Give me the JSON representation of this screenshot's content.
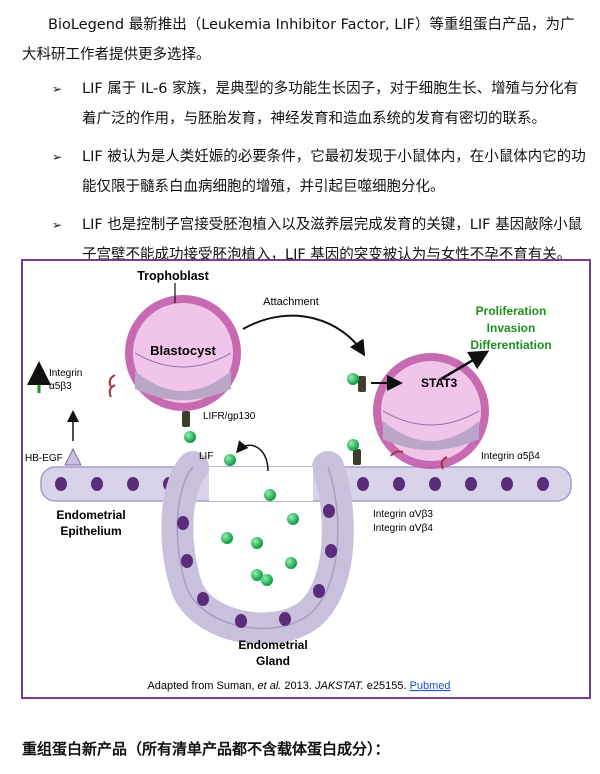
{
  "intro": "BioLegend 最新推出（Leukemia Inhibitor Factor, LIF）等重组蛋白产品，为广大科研工作者提供更多选择。",
  "bullets": [
    "LIF 属于 IL-6 家族，是典型的多功能生长因子，对于细胞生长、增殖与分化有着广泛的作用，与胚胎发育，神经发育和造血系统的发育有密切的联系。",
    "LIF 被认为是人类妊娠的必要条件，它最初发现于小鼠体内，在小鼠体内它的功能仅限于髓系白血病细胞的增殖，并引起巨噬细胞分化。",
    "LIF 也是控制子宫接受胚泡植入以及滋养层完成发育的关键，LIF 基因敲除小鼠子宫壁不能成功接受胚泡植入，LIF 基因的突变被认为与女性不孕不育有关。"
  ],
  "figure": {
    "trophoblast": "Trophoblast",
    "attachment": "Attachment",
    "blastocyst": "Blastocyst",
    "stat3": "STAT3",
    "outcomes": [
      "Proliferation",
      "Invasion",
      "Differentiation"
    ],
    "integrin_a5b3": "Integrin α5β3",
    "integrin_a5b3_line1": "Integrin",
    "integrin_a5b3_line2": "α5β3",
    "lifr": "LIFR/gp130",
    "lif": "LIF",
    "hb_egf": "HB-EGF",
    "integrin_a5b4": "Integrin α5β4",
    "integrin_avb3": "Integrin αVβ3",
    "integrin_avb4": "Integrin αVβ4",
    "endo_epi_1": "Endometrial",
    "endo_epi_2": "Epithelium",
    "endo_gland_1": "Endometrial",
    "endo_gland_2": "Gland",
    "caption_prefix": "Adapted from Suman, ",
    "caption_etal": "et al.",
    "caption_mid": " 2013. ",
    "caption_journal": "JAKSTAT.",
    "caption_id": " e25155. ",
    "caption_link": "Pubmed",
    "colors": {
      "border": "#7a3d8c",
      "green_text": "#1e8f1e",
      "cell": "#c9c0dc",
      "nucleus": "#5a2d7a",
      "blastocyst": "#e4a6d8",
      "lif_dot": "#12a84a"
    }
  },
  "footer_title": "重组蛋白新产品（所有清单产品都不含载体蛋白成分）："
}
